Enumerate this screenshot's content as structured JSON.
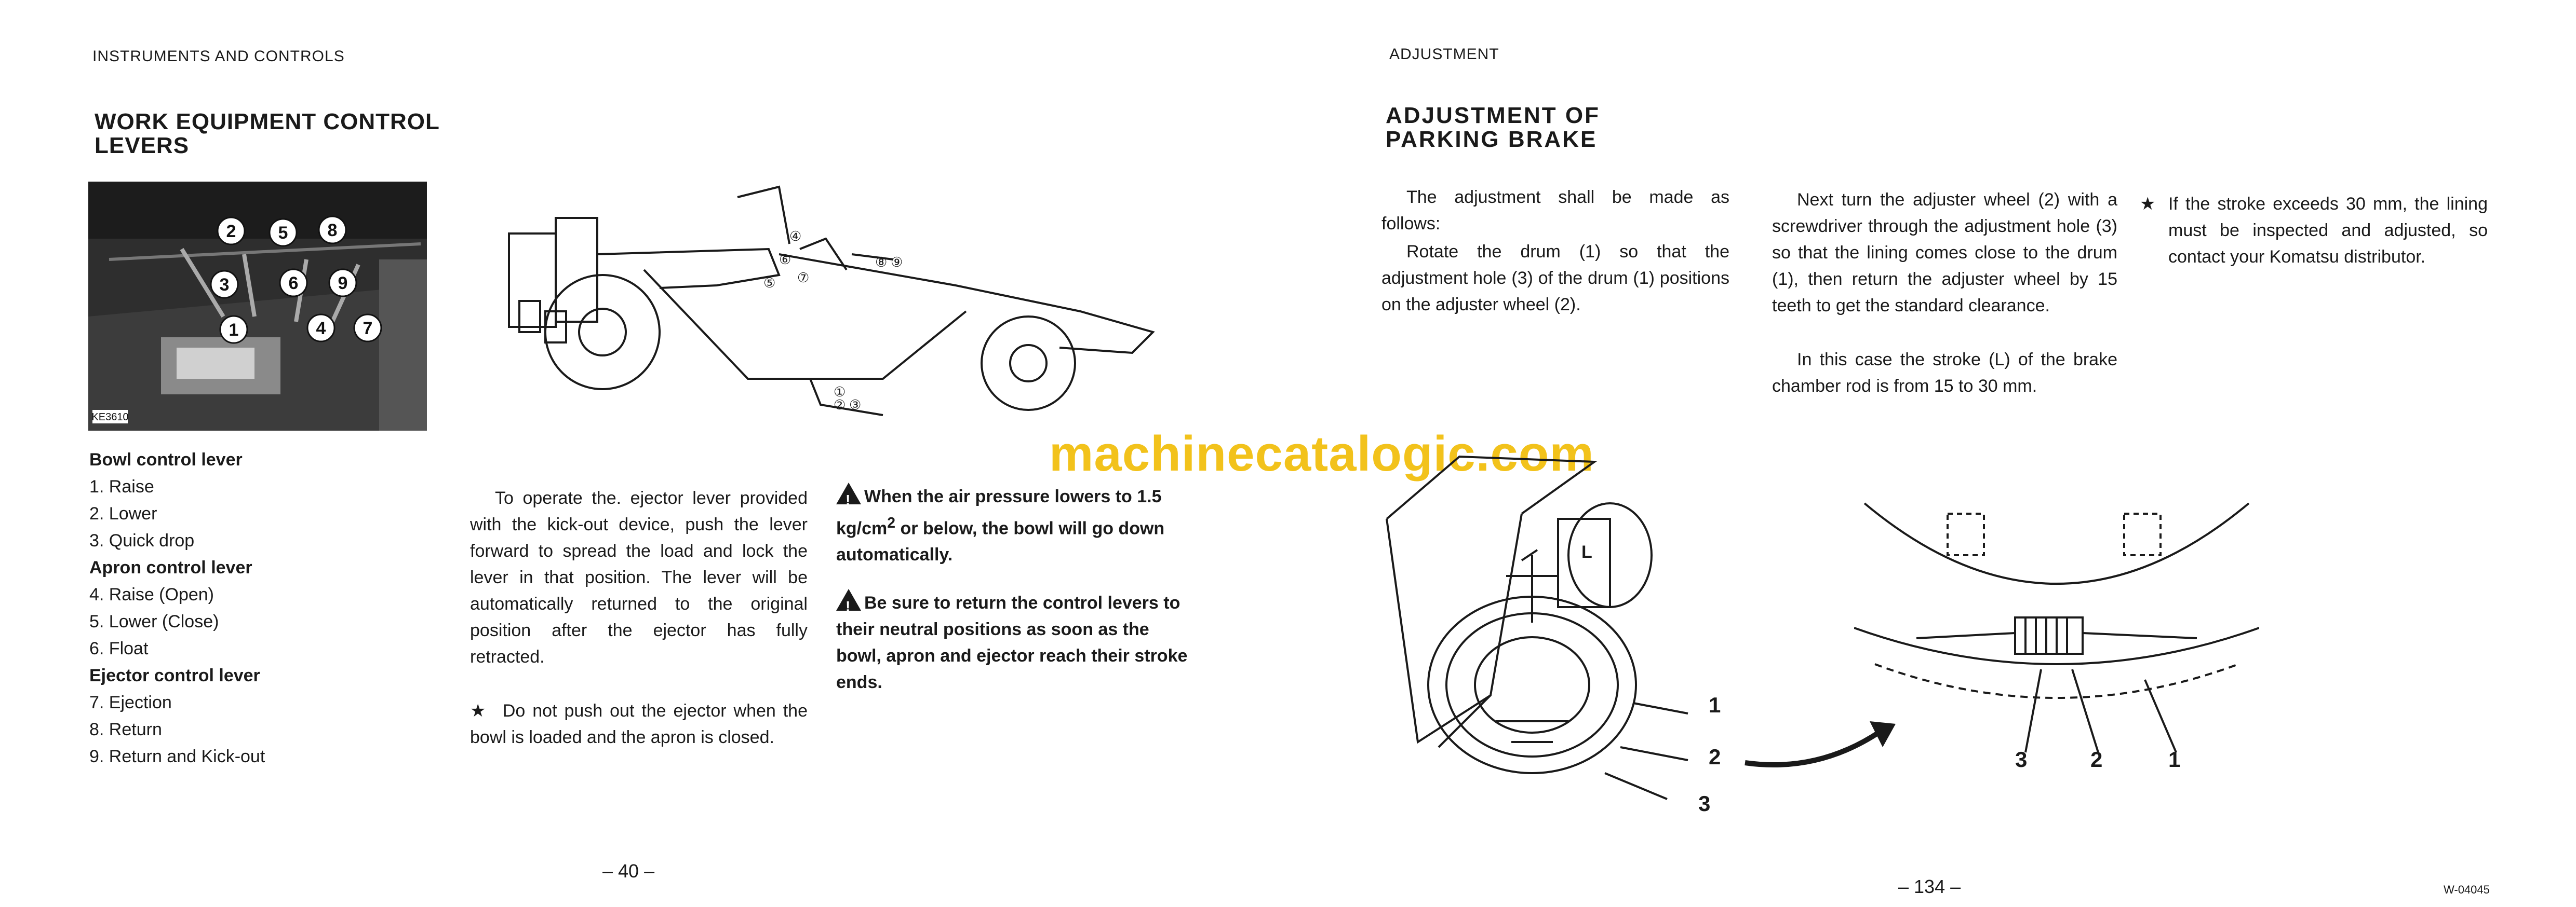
{
  "left": {
    "header": "INSTRUMENTS AND CONTROLS",
    "title_line1": "WORK EQUIPMENT CONTROL",
    "title_line2": "LEVERS",
    "photo_numbers": [
      "1",
      "2",
      "3",
      "4",
      "5",
      "6",
      "7",
      "8",
      "9"
    ],
    "photo_code": "KE3610",
    "diagram_labels": [
      "④",
      "⑥",
      "⑦",
      "⑤",
      "⑧",
      "⑨",
      "①",
      "②",
      "③"
    ],
    "list": [
      {
        "text": "Bowl control lever",
        "heading": true
      },
      {
        "text": "1.  Raise",
        "heading": false
      },
      {
        "text": "2.  Lower",
        "heading": false
      },
      {
        "text": "3.  Quick drop",
        "heading": false
      },
      {
        "text": "Apron control lever",
        "heading": true
      },
      {
        "text": "4.  Raise  (Open)",
        "heading": false
      },
      {
        "text": "5.  Lower  (Close)",
        "heading": false
      },
      {
        "text": "6.  Float",
        "heading": false
      },
      {
        "text": "Ejector control lever",
        "heading": true
      },
      {
        "text": "7.  Ejection",
        "heading": false
      },
      {
        "text": "8.  Return",
        "heading": false
      },
      {
        "text": "9.  Return and Kick-out",
        "heading": false
      }
    ],
    "operate_text": "To operate the. ejector lever provided with the kick-out device, push the lever forward to spread the load and lock the lever in that position. The lever will be automatically returned to the original position after the ejector has fully retracted.",
    "star_note": "Do not push out the ejector when the bowl is loaded and the apron is closed.",
    "warning1_a": "When the air pressure lowers to 1.5 kg/cm",
    "warning1_sup": "2",
    "warning1_b": " or below, the bowl will go down automatically.",
    "warning2": "Be sure to return the control levers to their neutral positions as soon as the bowl, apron and ejector reach their stroke ends.",
    "page_number": "– 40 –"
  },
  "watermark": "machinecatalogic.com",
  "right": {
    "header": "ADJUSTMENT",
    "title_line1": "ADJUSTMENT  OF",
    "title_line2": "PARKING  BRAKE",
    "para1": "The adjustment shall be made as follows:",
    "para2": "Rotate the drum (1) so that the adjustment hole (3) of the drum (1) positions on the adjuster wheel (2).",
    "para3": "Next turn the adjuster wheel (2) with a screwdriver through the adjustment hole (3) so that the lining comes close to the drum (1), then return the adjuster wheel by 15 teeth to get the standard clearance.",
    "para4": "In this case the stroke (L) of the brake chamber rod is from 15 to 30 mm.",
    "star_note": "If the stroke exceeds 30 mm, the lining must be inspected and adjusted, so contact your Komatsu distributor.",
    "fig1_labels": [
      "L",
      "1",
      "2",
      "3"
    ],
    "fig2_labels": [
      "3",
      "2",
      "1"
    ],
    "page_number": "– 134 –",
    "code": "W-04045"
  }
}
